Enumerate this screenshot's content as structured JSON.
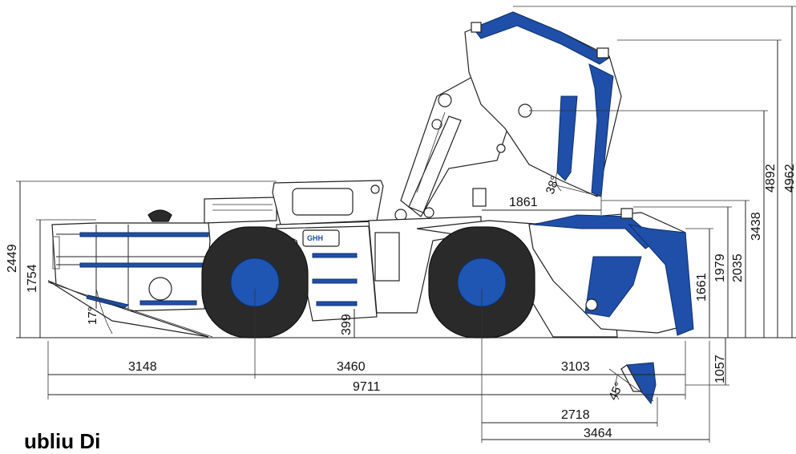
{
  "colors": {
    "accent_blue": "#1f4fa8",
    "line": "#222222",
    "tire": "#2a2a2a"
  },
  "logo_text": "GHH",
  "dimensions": {
    "overall_length": "9711",
    "rear_to_axle": "3148",
    "wheelbase": "3460",
    "front_overhang": "3103",
    "overall_height": "2449",
    "body_height": "1754",
    "ground_clearance": "399",
    "bucket_pin_height": "1661",
    "dump_clearance_low": "1979",
    "bucket_height_2035": "2035",
    "bucket_height_3438": "3438",
    "pin_height_raised": "4892",
    "max_height_raised": "4962",
    "dump_reach": "1861",
    "digging_depth": "1057",
    "reach_2718": "2718",
    "reach_3464": "3464"
  },
  "angles": {
    "rear_departure": "17°",
    "dump_angle": "38°",
    "rollback_angle": "45°"
  },
  "caption": "ubliu Di"
}
